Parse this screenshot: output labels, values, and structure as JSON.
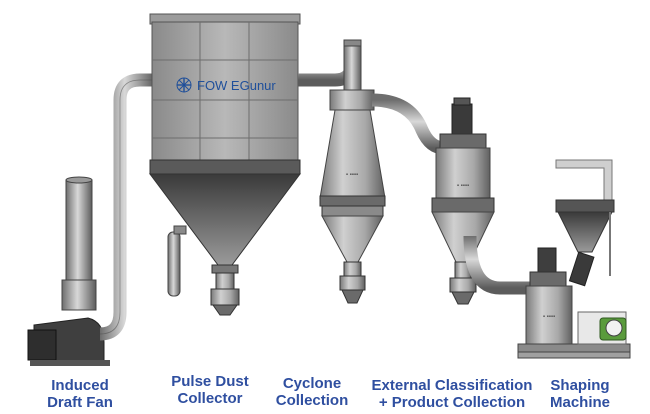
{
  "brand": {
    "name": "FOW EGunur",
    "color": "#1f4f9a"
  },
  "labels": [
    {
      "id": "induced-draft-fan",
      "line1": "Induced",
      "line2": "Draft Fan"
    },
    {
      "id": "pulse-dust-collector",
      "line1": "Pulse Dust",
      "line2": "Collector"
    },
    {
      "id": "cyclone-collection",
      "line1": "Cyclone",
      "line2": "Collection"
    },
    {
      "id": "external-classification",
      "line1": "External Classification",
      "line2": "+ Product Collection"
    },
    {
      "id": "shaping-machine",
      "line1": "Shaping",
      "line2": "Machine"
    }
  ],
  "colors": {
    "label_text": "#2f4fa0",
    "metal_dark": "#4a4a4a",
    "metal_mid": "#8c8c8c",
    "metal_light": "#c9c9c9"
  }
}
